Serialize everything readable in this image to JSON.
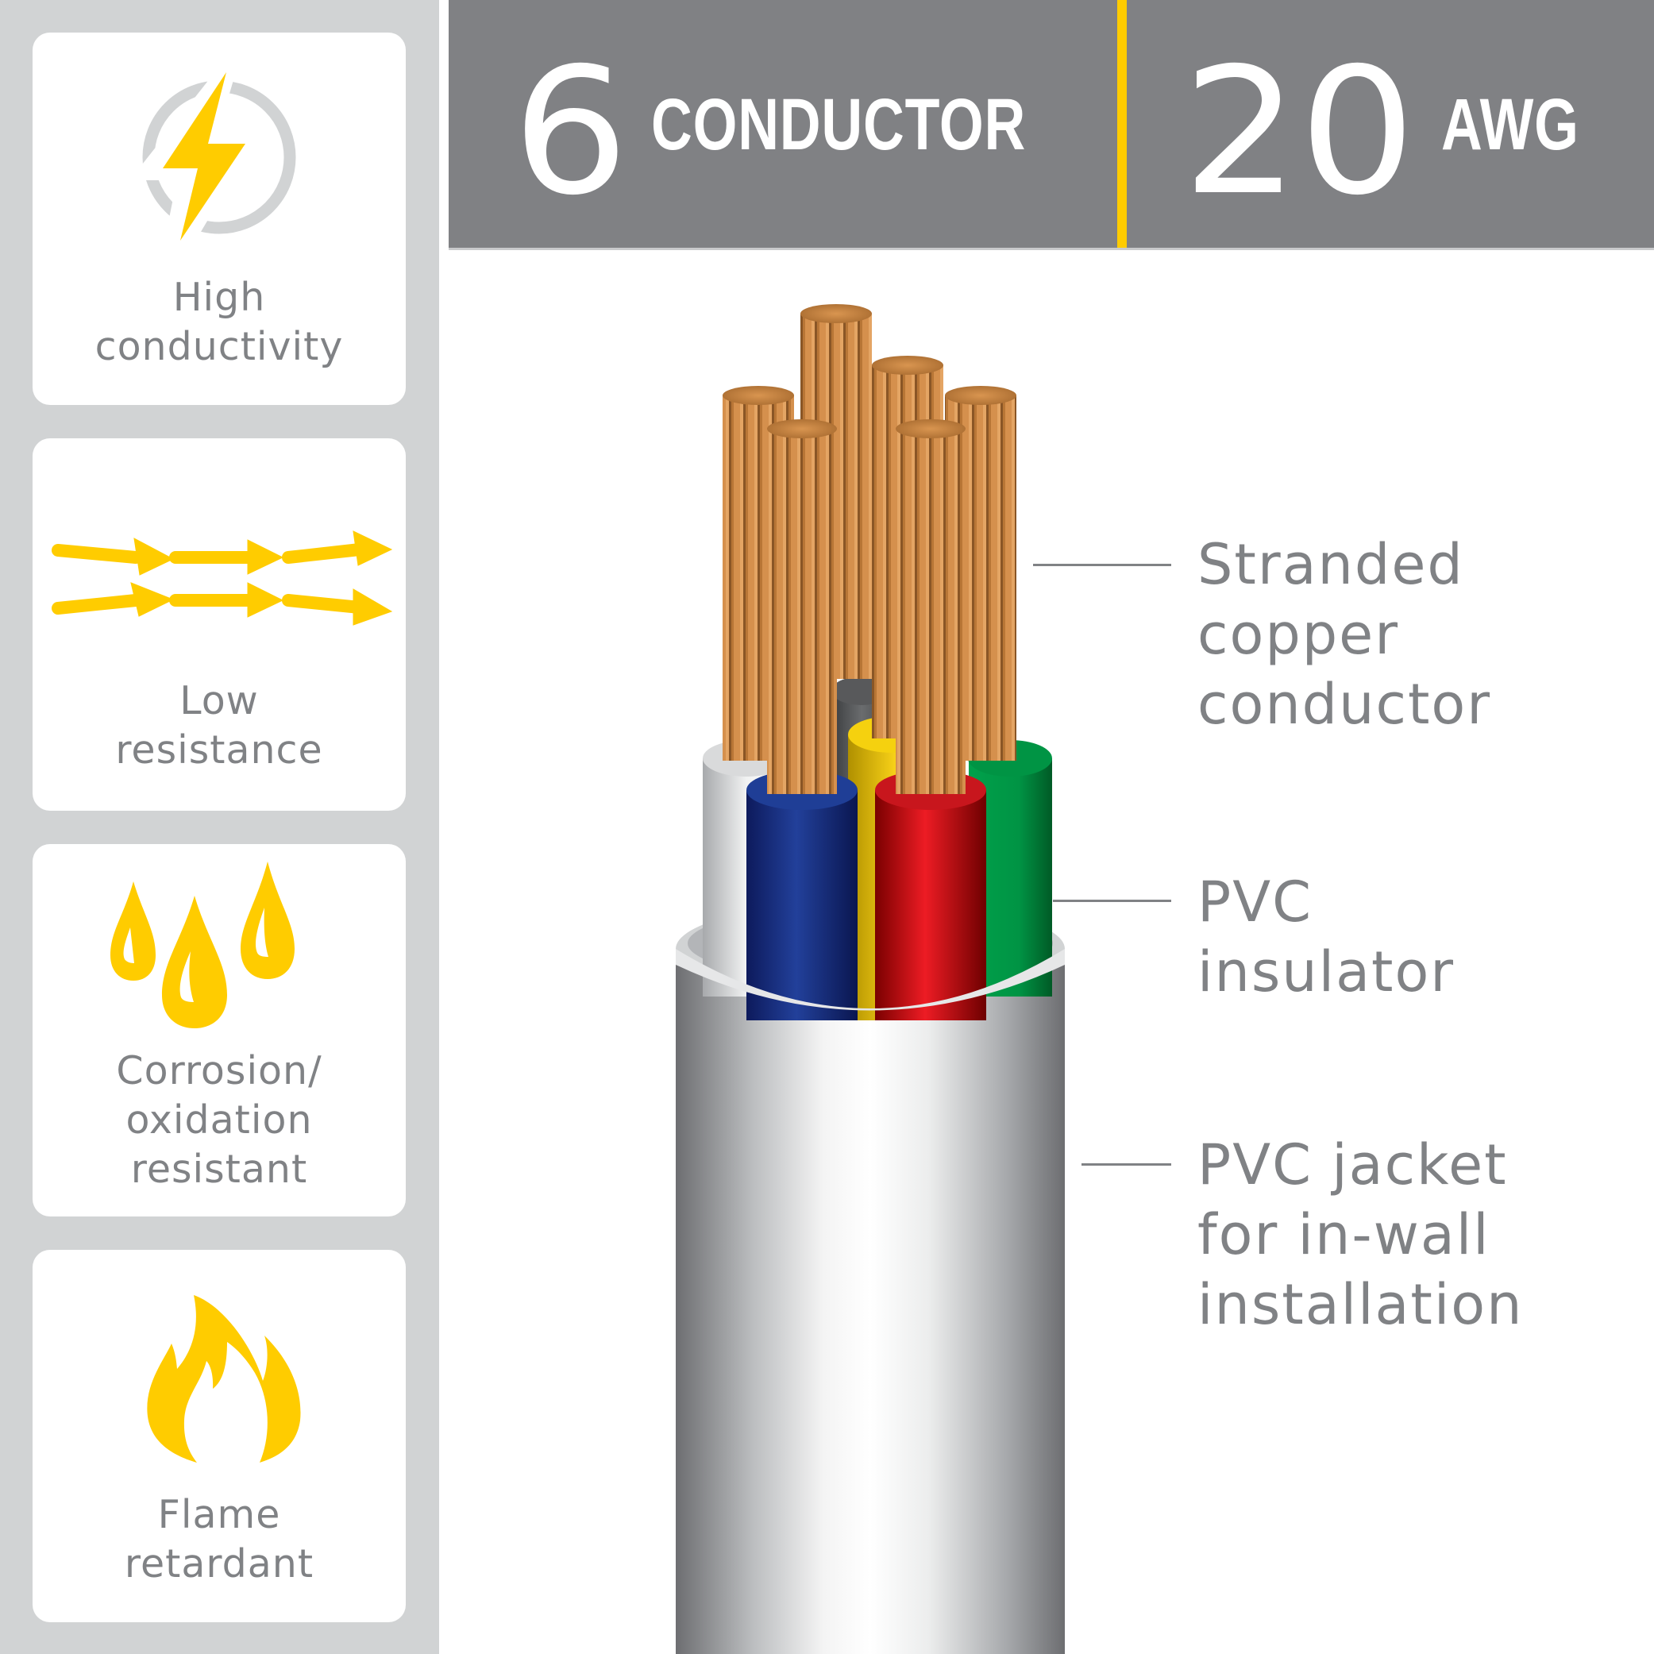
{
  "header": {
    "conductor_count": "6",
    "conductor_label": "CONDUCTOR",
    "gauge": "20",
    "gauge_unit": "AWG"
  },
  "features": [
    {
      "icon": "lightning-bolt-icon",
      "lines": [
        "High",
        "conductivity"
      ]
    },
    {
      "icon": "arrows-flow-icon",
      "lines": [
        "Low",
        "resistance"
      ]
    },
    {
      "icon": "droplets-icon",
      "lines": [
        "Corrosion/",
        "oxidation",
        "resistant"
      ]
    },
    {
      "icon": "flame-icon",
      "lines": [
        "Flame",
        "retardant"
      ]
    }
  ],
  "callouts": [
    {
      "target": "conductors",
      "lines": [
        "Stranded",
        "copper",
        "conductor"
      ]
    },
    {
      "target": "insulation",
      "lines": [
        "PVC",
        "insulator"
      ]
    },
    {
      "target": "jacket",
      "lines": [
        "PVC jacket",
        "for in-wall",
        "installation"
      ]
    }
  ],
  "cable": {
    "insulator_colors": [
      "white",
      "gray",
      "yellow",
      "green",
      "blue",
      "red"
    ],
    "conductor_count": 6
  },
  "colors": {
    "accent_yellow": "#ffcc00",
    "header_gray": "#808184",
    "sidebar_gray": "#d1d3d4",
    "text_gray": "#808285",
    "copper": "#d08e4c",
    "blue": "#1f3e96",
    "red": "#e31b23",
    "green": "#00964a",
    "yellow": "#f5d10f",
    "gray_wire": "#5a5c5e",
    "white_wire": "#f2f2f2"
  }
}
